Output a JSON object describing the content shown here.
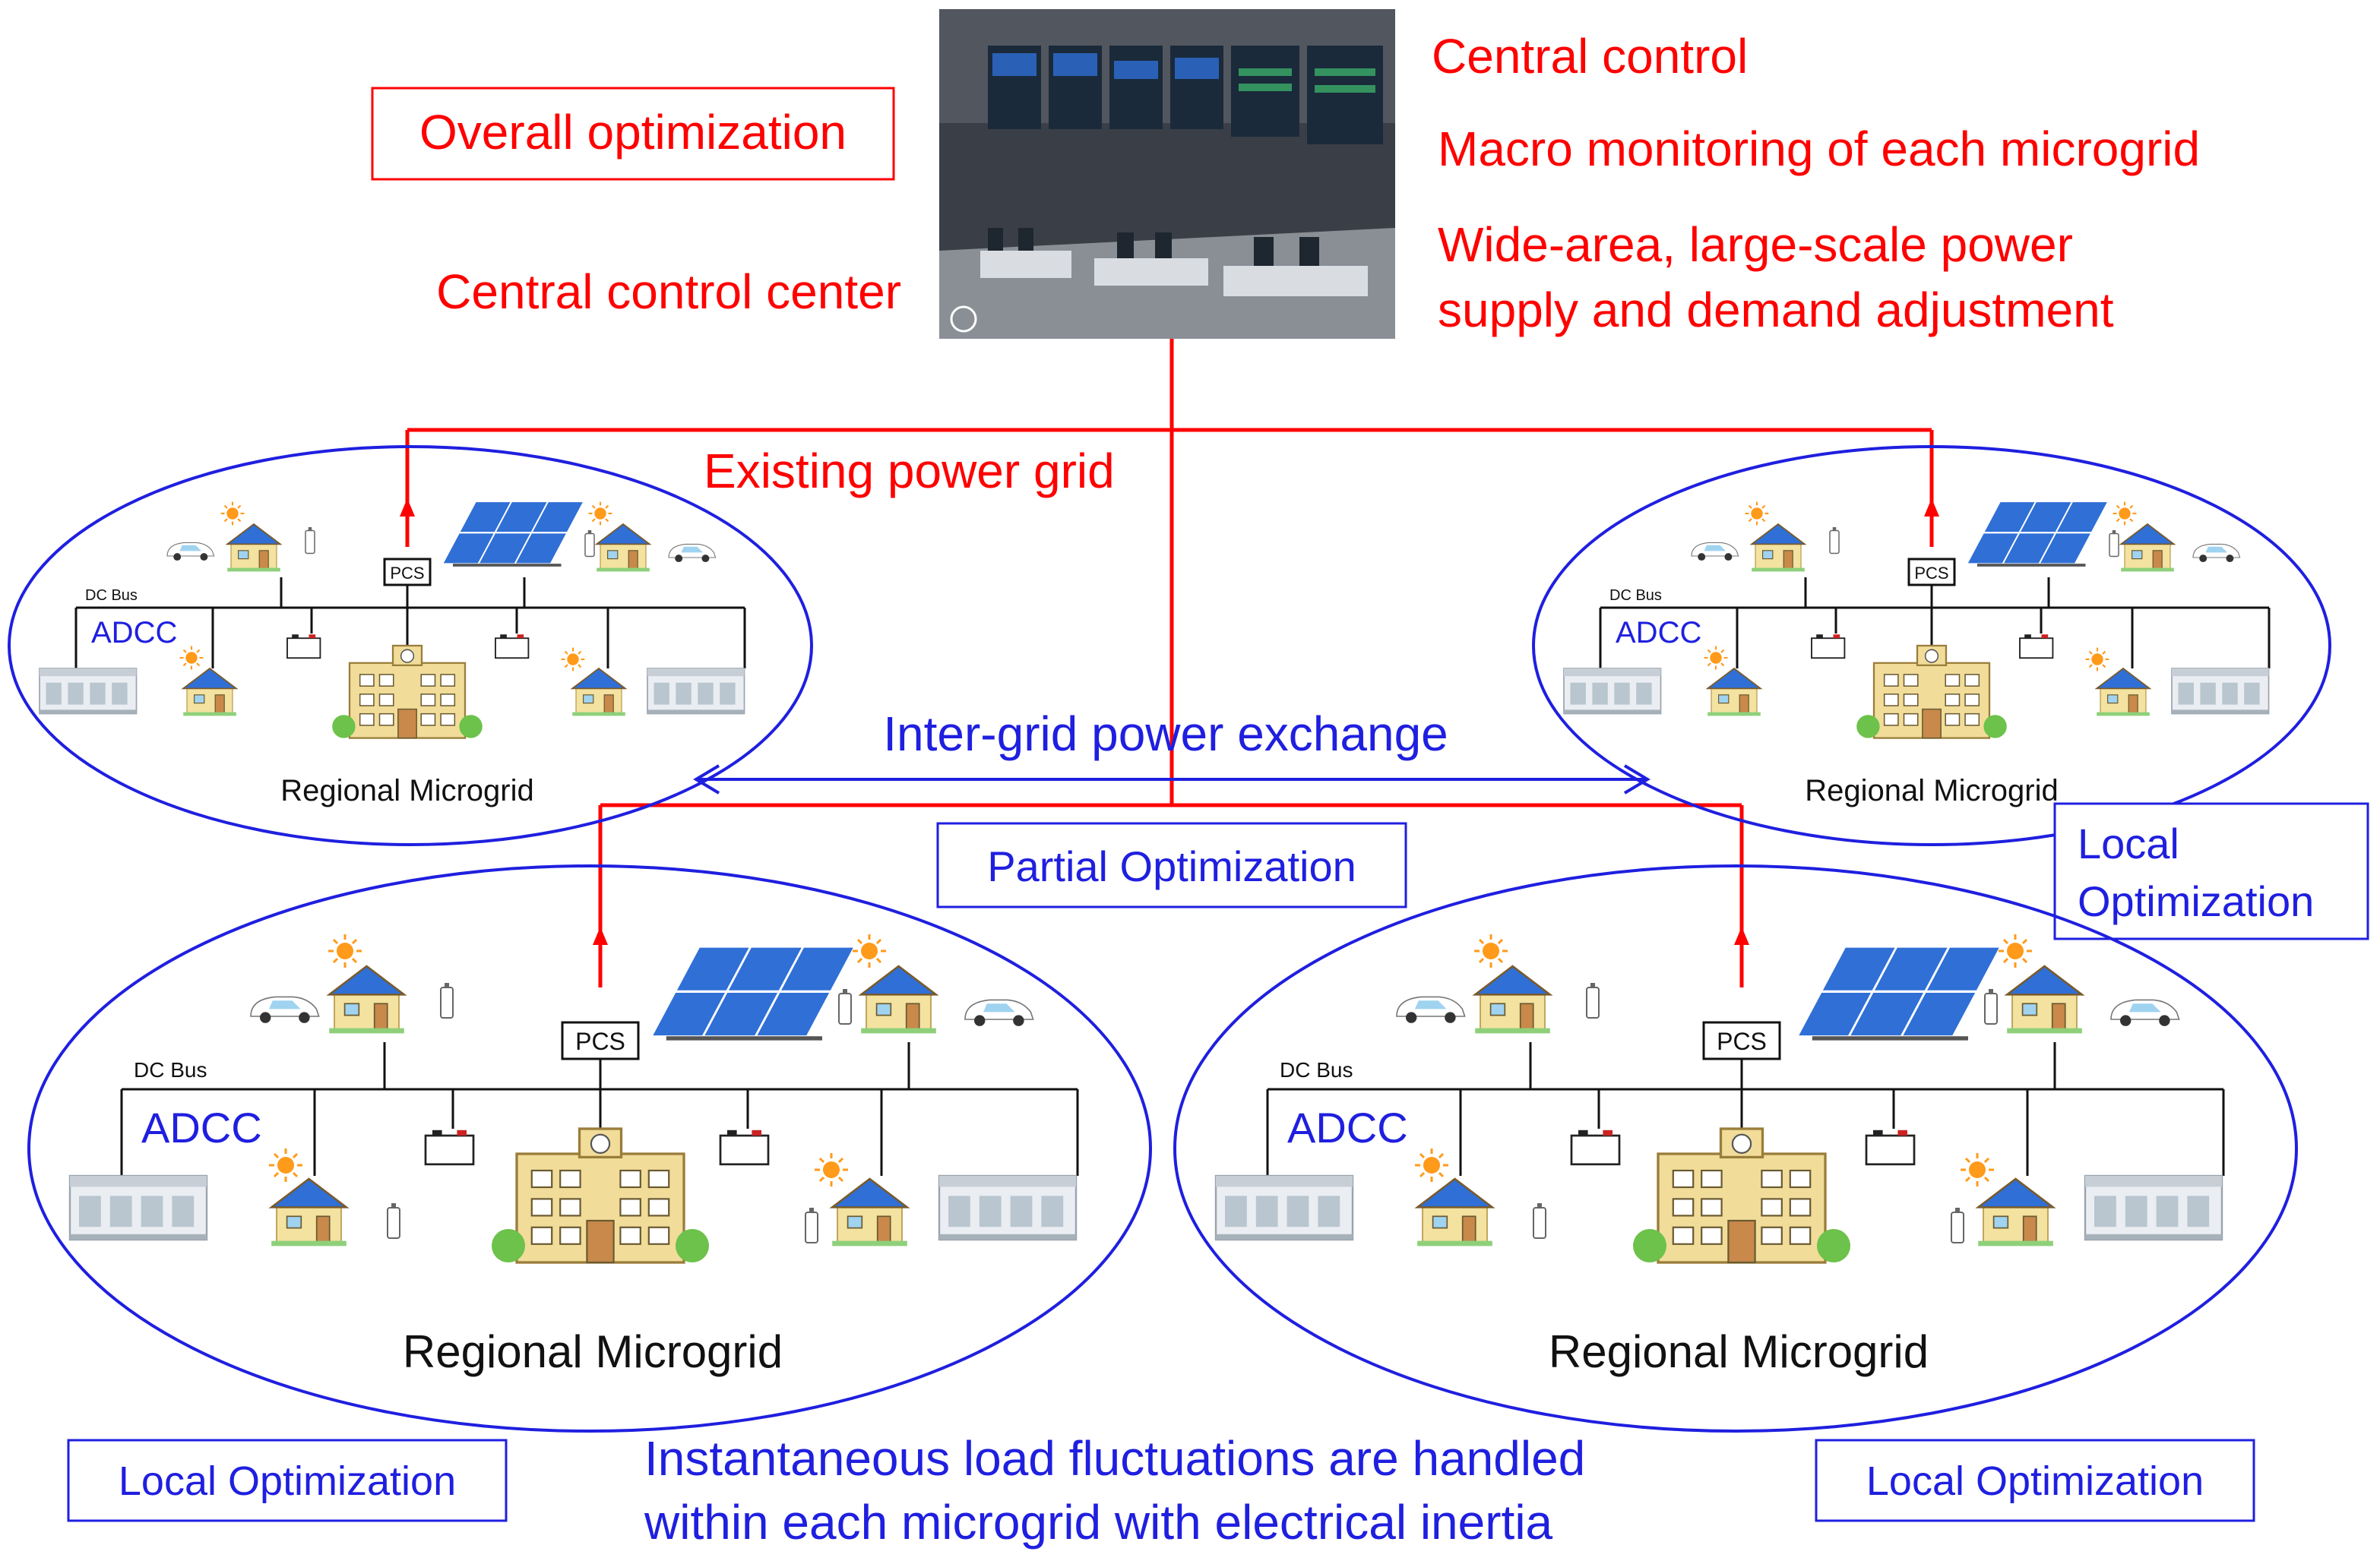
{
  "header": {
    "overall_optimization": "Overall optimization",
    "central_control_center": "Central control center",
    "central_control": "Central control",
    "macro_monitoring": "Macro monitoring of each microgrid",
    "wide_area_line1": "Wide-area, large-scale power",
    "wide_area_line2": "supply and demand adjustment"
  },
  "grid": {
    "existing_power_grid": "Existing power grid",
    "inter_grid_exchange": "Inter-grid power exchange",
    "partial_optimization": "Partial Optimization"
  },
  "microgrid": {
    "label": "Regional Microgrid",
    "dc_bus": "DC Bus",
    "adcc": "ADCC",
    "pcs": "PCS",
    "battery": "BATTERY"
  },
  "local_optimization": {
    "right_top_line1": "Local",
    "right_top_line2": "Optimization",
    "bottom_left": "Local Optimization",
    "bottom_right": "Local Optimization"
  },
  "footer": {
    "line1": "Instantaneous load fluctuations are handled",
    "line2": "within each microgrid with electrical inertia"
  },
  "colors": {
    "red": "#ff0000",
    "blue": "#1f1fe0",
    "panel_blue": "#2f6fd6",
    "house_wall": "#f3e2a0",
    "building": "#f1dc9a"
  }
}
